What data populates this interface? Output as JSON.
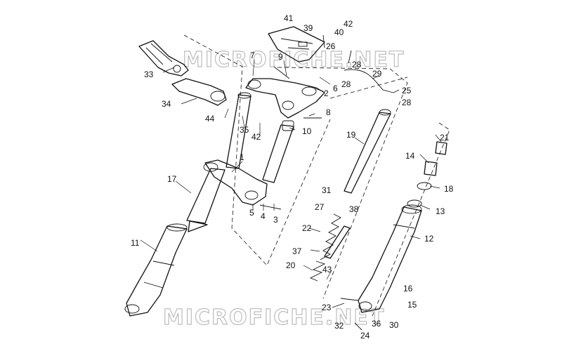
{
  "watermark": "MICROFICHE.NET",
  "part_labels": [
    "1",
    "2",
    "3",
    "4",
    "5",
    "6",
    "7",
    "8",
    "9",
    "10",
    "11",
    "12",
    "13",
    "14",
    "15",
    "16",
    "17",
    "18",
    "19",
    "20",
    "21",
    "22",
    "23",
    "24",
    "25",
    "26",
    "27",
    "28",
    "28",
    "28",
    "29",
    "30",
    "31",
    "32",
    "33",
    "34",
    "35",
    "36",
    "37",
    "38",
    "39",
    "40",
    "41",
    "42",
    "42",
    "43",
    "44"
  ]
}
